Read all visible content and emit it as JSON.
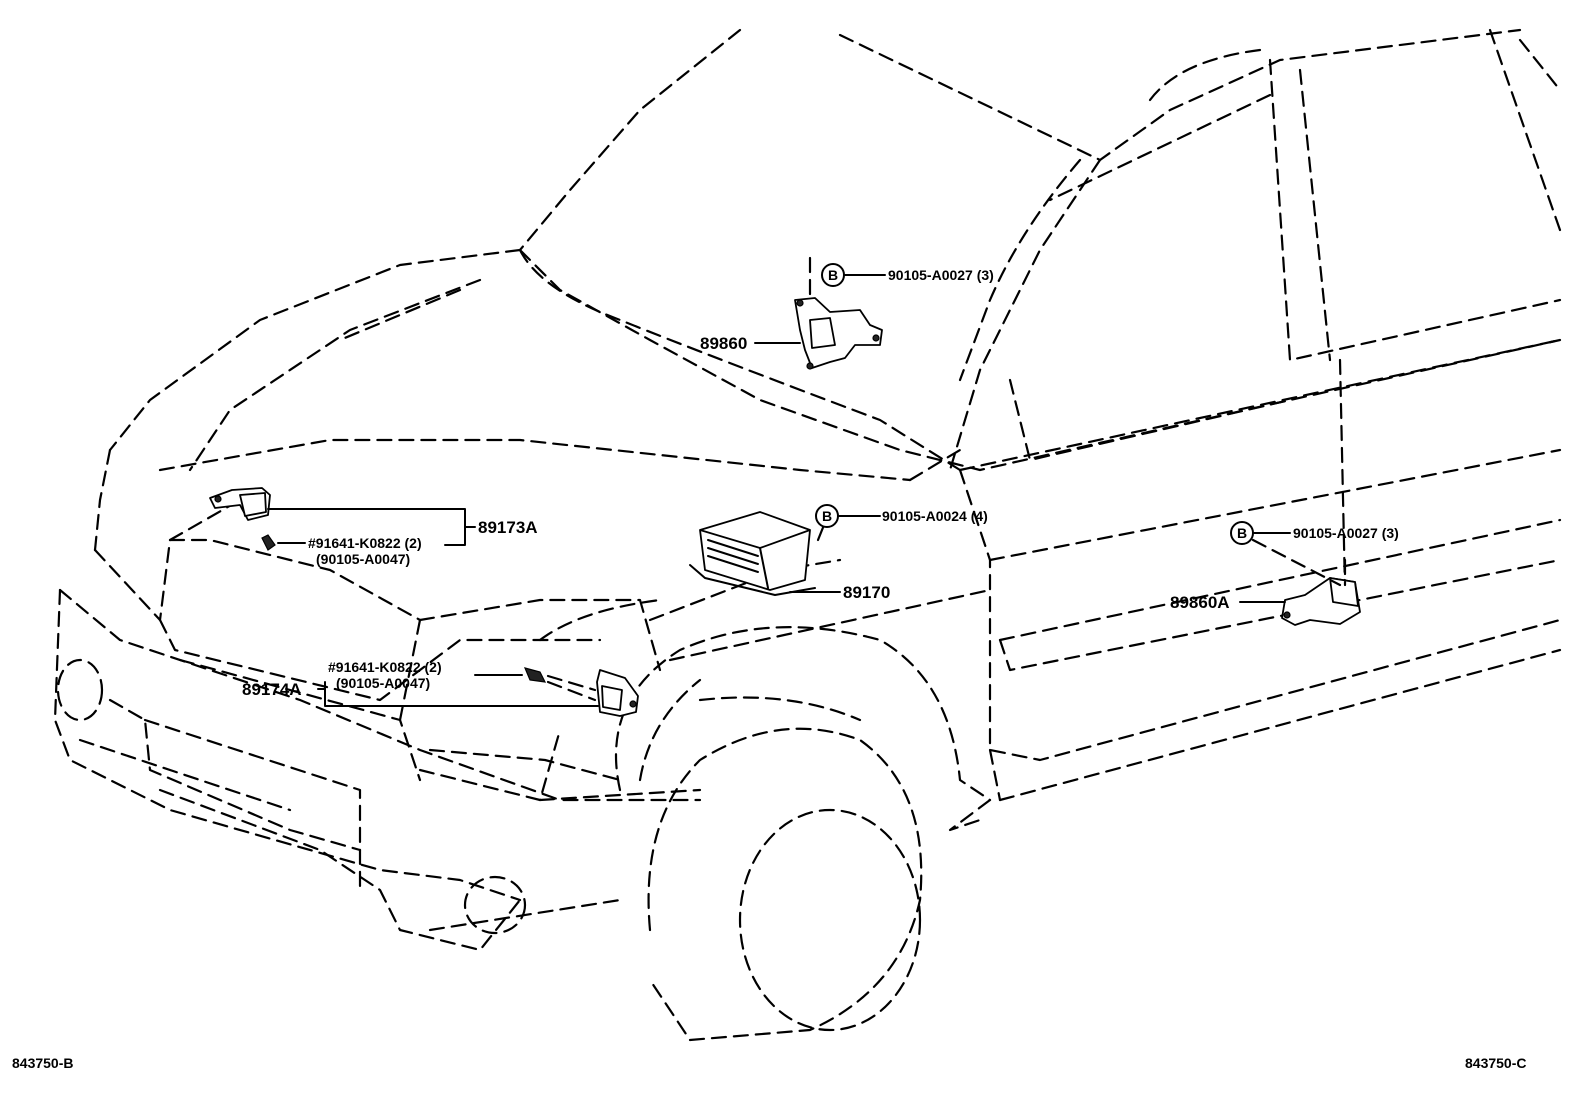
{
  "diagram": {
    "parts": {
      "p89860": "89860",
      "p89860A": "89860A",
      "p89170": "89170",
      "p89173A": "89173A",
      "p89174A": "89174A"
    },
    "fasteners": {
      "b_top": "90105-A0027 (3)",
      "b_mid": "90105-A0024 (4)",
      "b_right": "90105-A0027 (3)",
      "bolt_upper_line1": "#91641-K0822 (2)",
      "bolt_upper_line2": "(90105-A0047)",
      "bolt_lower_line1": "#91641-K0822 (2)",
      "bolt_lower_line2": "(90105-A0047)"
    },
    "callout_letter": "B",
    "codes": {
      "left": "843750-B",
      "right": "843750-C"
    }
  }
}
